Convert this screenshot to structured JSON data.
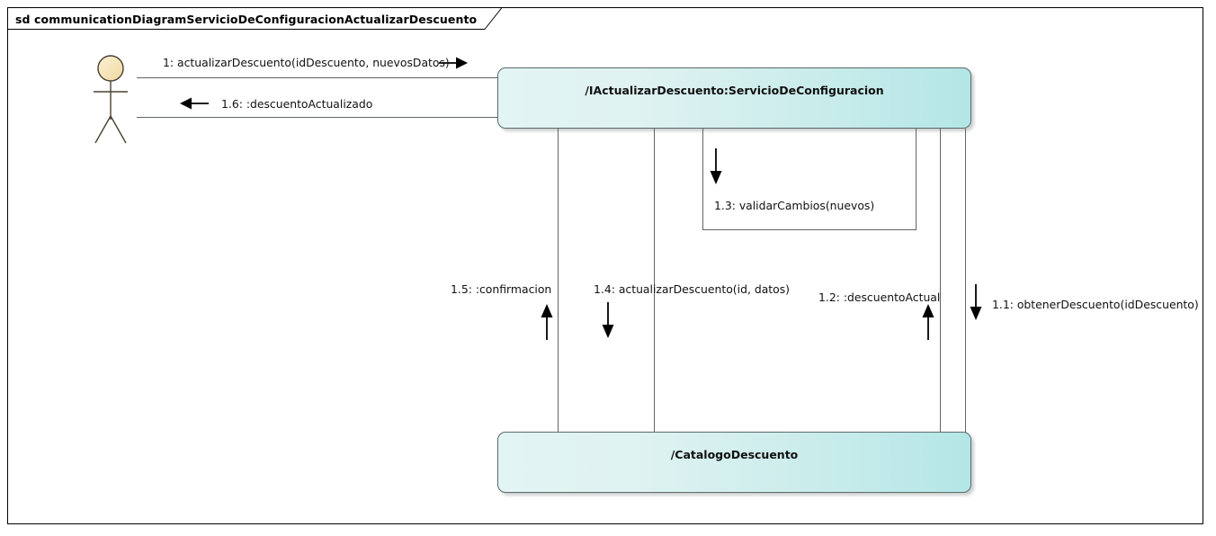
{
  "diagram": {
    "frame_label": "sd communicationDiagramServicioDeConfiguracionActualizarDescuento",
    "type": "uml-communication-diagram",
    "colors": {
      "node_fill_left": "#e2f4f3",
      "node_fill_right": "#b4e6e6",
      "node_border": "#5a6a6a",
      "actor_head_fill": "#f6e3b8",
      "actor_stroke": "#4a4030",
      "connector": "#5e6666",
      "text": "#111111",
      "frame_border": "#000000",
      "background": "#ffffff"
    },
    "participants": [
      {
        "id": "actor",
        "name": "",
        "kind": "actor"
      },
      {
        "id": "servicio",
        "name": "/IActualizarDescuento:ServicioDeConfiguracion",
        "kind": "lifeline"
      },
      {
        "id": "catalogo",
        "name": "/CatalogoDescuento",
        "kind": "lifeline"
      }
    ],
    "messages": [
      {
        "seq": "1",
        "label": "1: actualizarDescuento(idDescuento, nuevosDatos)",
        "from": "actor",
        "to": "servicio",
        "direction": "right"
      },
      {
        "seq": "1.6",
        "label": "1.6: :descuentoActualizado",
        "from": "servicio",
        "to": "actor",
        "direction": "left"
      },
      {
        "seq": "1.1",
        "label": "1.1: obtenerDescuento(idDescuento)",
        "from": "servicio",
        "to": "catalogo",
        "direction": "down"
      },
      {
        "seq": "1.2",
        "label": "1.2: :descuentoActual",
        "from": "catalogo",
        "to": "servicio",
        "direction": "up"
      },
      {
        "seq": "1.3",
        "label": "1.3: validarCambios(nuevos)",
        "from": "servicio",
        "to": "servicio",
        "direction": "self"
      },
      {
        "seq": "1.4",
        "label": "1.4: actualizarDescuento(id, datos)",
        "from": "servicio",
        "to": "catalogo",
        "direction": "down"
      },
      {
        "seq": "1.5",
        "label": "1.5: :confirmacion",
        "from": "catalogo",
        "to": "servicio",
        "direction": "up"
      }
    ]
  }
}
